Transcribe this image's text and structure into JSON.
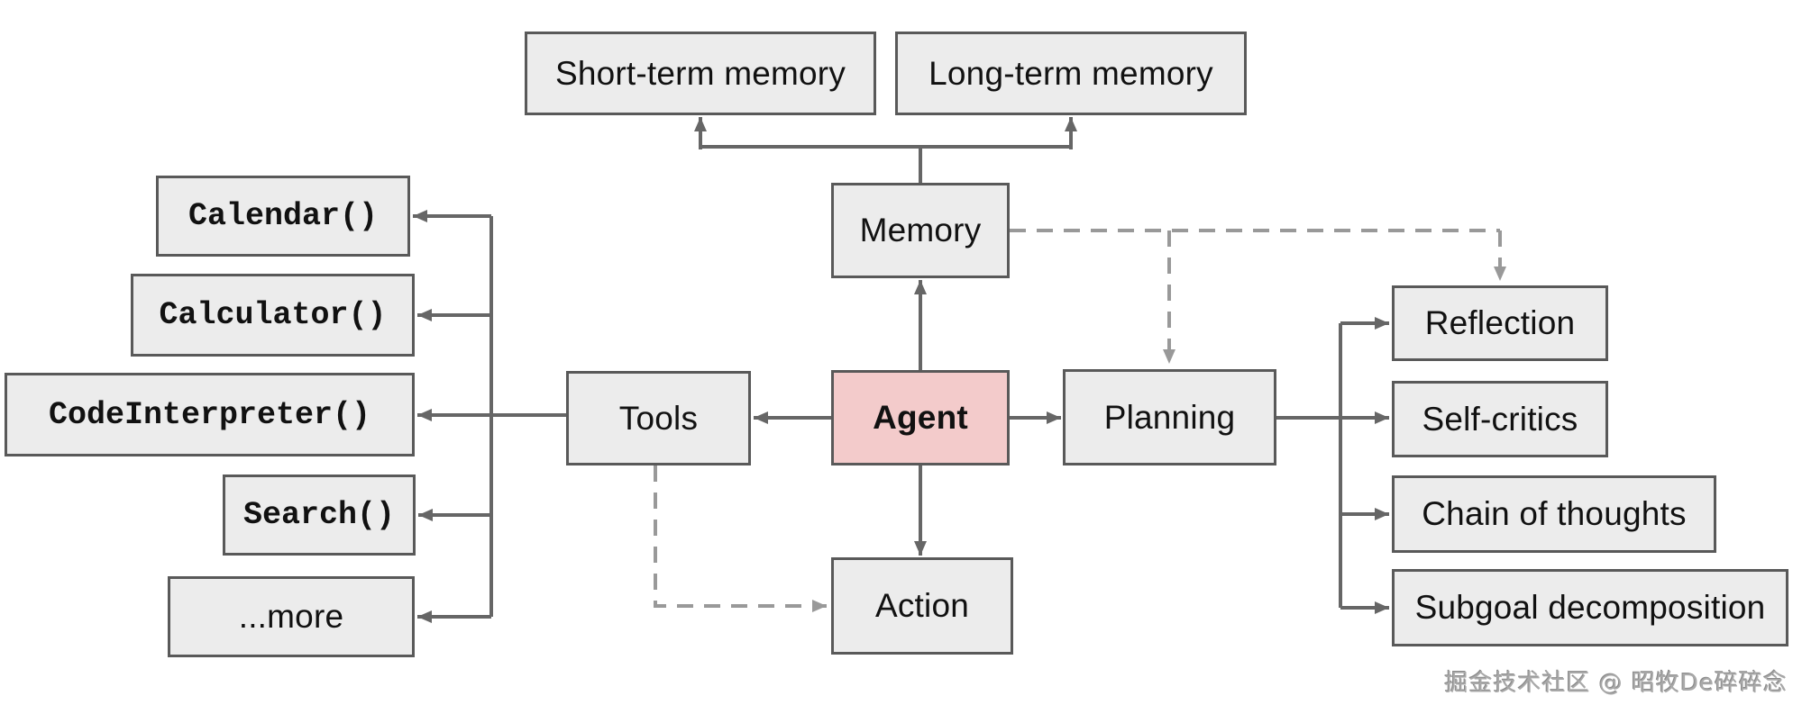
{
  "diagram": {
    "title_hint": "LLM Agent architecture overview",
    "nodes": {
      "short_term_memory": {
        "label": "Short-term memory"
      },
      "long_term_memory": {
        "label": "Long-term memory"
      },
      "memory": {
        "label": "Memory"
      },
      "agent": {
        "label": "Agent"
      },
      "tools": {
        "label": "Tools"
      },
      "planning": {
        "label": "Planning"
      },
      "action": {
        "label": "Action"
      },
      "reflection": {
        "label": "Reflection"
      },
      "self_critics": {
        "label": "Self-critics"
      },
      "chain_of_thoughts": {
        "label": "Chain of thoughts"
      },
      "subgoal_decomposition": {
        "label": "Subgoal decomposition"
      },
      "calendar": {
        "label": "Calendar()"
      },
      "calculator": {
        "label": "Calculator()"
      },
      "code_interpreter": {
        "label": "CodeInterpreter()"
      },
      "search": {
        "label": "Search()"
      },
      "more": {
        "label": "...more"
      }
    },
    "edges": [
      {
        "from": "memory",
        "to": "short_term_memory",
        "style": "solid"
      },
      {
        "from": "memory",
        "to": "long_term_memory",
        "style": "solid"
      },
      {
        "from": "agent",
        "to": "memory",
        "style": "solid"
      },
      {
        "from": "agent",
        "to": "tools",
        "style": "solid"
      },
      {
        "from": "agent",
        "to": "planning",
        "style": "solid"
      },
      {
        "from": "agent",
        "to": "action",
        "style": "solid"
      },
      {
        "from": "tools",
        "to": "calendar",
        "style": "solid"
      },
      {
        "from": "tools",
        "to": "calculator",
        "style": "solid"
      },
      {
        "from": "tools",
        "to": "code_interpreter",
        "style": "solid"
      },
      {
        "from": "tools",
        "to": "search",
        "style": "solid"
      },
      {
        "from": "tools",
        "to": "more",
        "style": "solid"
      },
      {
        "from": "planning",
        "to": "reflection",
        "style": "solid"
      },
      {
        "from": "planning",
        "to": "self_critics",
        "style": "solid"
      },
      {
        "from": "planning",
        "to": "chain_of_thoughts",
        "style": "solid"
      },
      {
        "from": "planning",
        "to": "subgoal_decomposition",
        "style": "solid"
      },
      {
        "from": "memory",
        "to": "planning",
        "style": "dashed"
      },
      {
        "from": "memory",
        "to": "reflection",
        "style": "dashed"
      },
      {
        "from": "tools",
        "to": "action",
        "style": "dashed"
      }
    ],
    "colors": {
      "background": "#ffffff",
      "node_fill": "#ececec",
      "node_border": "#595959",
      "agent_fill": "#f3cbcb",
      "solid_connector": "#666666",
      "dashed_connector": "#999999",
      "text": "#111111",
      "watermark": "#a9a9a9"
    },
    "watermark": "掘金技术社区 @ 昭牧De碎碎念"
  }
}
